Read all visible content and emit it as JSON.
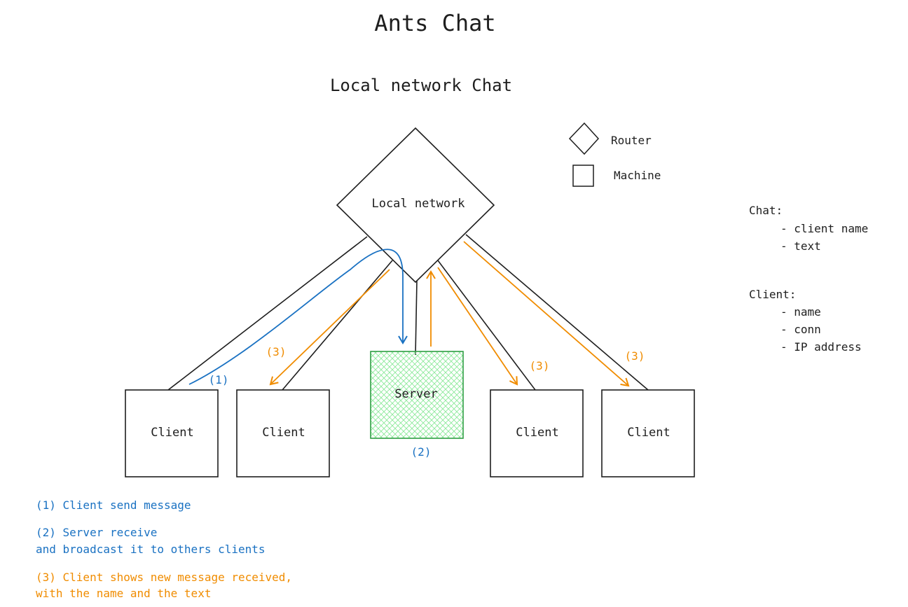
{
  "title": "Ants Chat",
  "subtitle": "Local network Chat",
  "router_label": "Local network",
  "server_label": "Server",
  "clients": [
    "Client",
    "Client",
    "Client",
    "Client"
  ],
  "legend": {
    "router": "Router",
    "machine": "Machine"
  },
  "markers": {
    "send": "(1)",
    "server": "(2)",
    "receive": "(3)"
  },
  "notes": {
    "chat": {
      "heading": "Chat:",
      "items": [
        "- client name",
        "- text"
      ]
    },
    "client": {
      "heading": "Client:",
      "items": [
        "- name",
        "- conn",
        "- IP address"
      ]
    }
  },
  "steps": [
    {
      "lines": [
        "(1) Client send message"
      ]
    },
    {
      "lines": [
        "(2) Server receive",
        "and broadcast it to others clients"
      ]
    },
    {
      "lines": [
        "(3) Client shows new message received,",
        "with the name and the text"
      ]
    }
  ],
  "colors": {
    "stroke": "#1e1e1e",
    "blue": "#1971c2",
    "orange": "#f08c00",
    "server_fill": "#b2f2bb",
    "server_stroke": "#2f9e44"
  }
}
